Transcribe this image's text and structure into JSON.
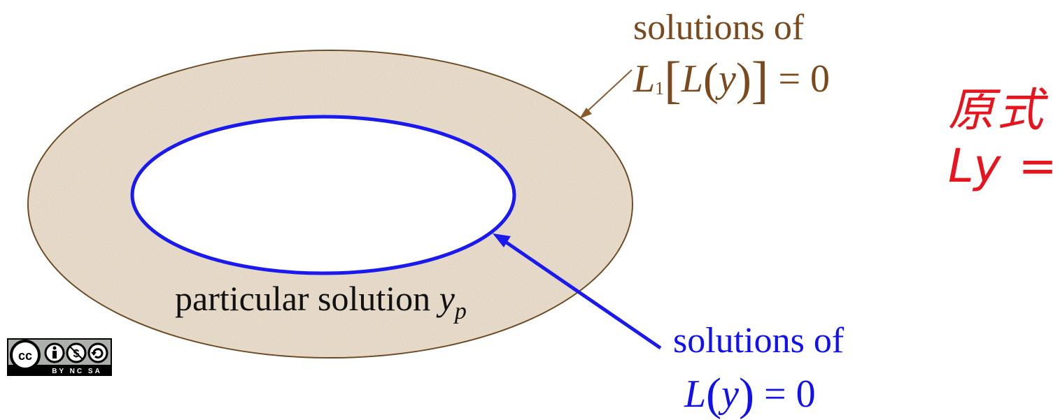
{
  "diagram": {
    "outer_label": "solutions of",
    "outer_equation": {
      "op1": "L",
      "op1_subscript": "1",
      "op2": "L",
      "var": "y",
      "rhs": "0"
    },
    "inner_label": "solutions of",
    "inner_equation": {
      "op": "L",
      "var": "y",
      "rhs": "0"
    },
    "particular_label": "particular solution",
    "particular_symbol": "y",
    "particular_subscript": "p",
    "colors": {
      "outer_text": "#7a4a1e",
      "inner_text": "#1111ee",
      "ring_fill": "#cdb27e",
      "annotation": "#e8141d"
    }
  },
  "handwritten": {
    "line1": "原式",
    "line2": "Ly = g"
  },
  "license_badge": {
    "text": "BY NC SA"
  }
}
